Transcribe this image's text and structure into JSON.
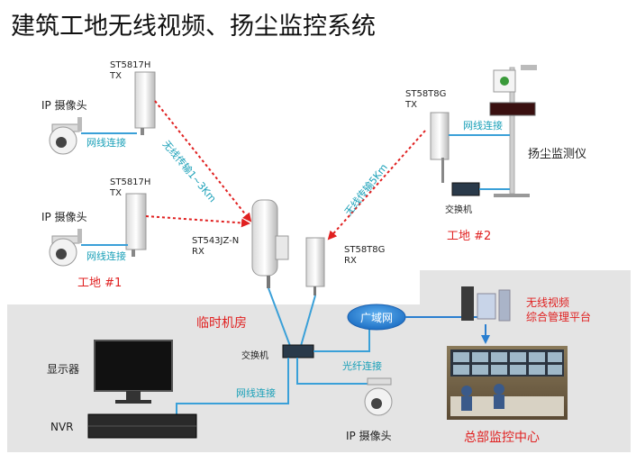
{
  "title": "建筑工地无线视频、扬尘监控系统",
  "site1": {
    "tx1_model": "ST5817H",
    "tx1_role": "TX",
    "tx2_model": "ST5817H",
    "tx2_role": "TX",
    "camera_label_1": "IP 摄像头",
    "camera_label_2": "IP 摄像头",
    "wired_1": "网线连接",
    "wired_2": "网线连接",
    "site_label": "工地 #1",
    "wireless_label": "无线传输1~3Km"
  },
  "site2": {
    "tx_model": "ST58T8G",
    "tx_role": "TX",
    "wired": "网线连接",
    "dust_monitor": "扬尘监测仪",
    "switch": "交换机",
    "site_label": "工地 #2",
    "wireless_label": "无线传输5Km"
  },
  "room": {
    "rx1_model": "ST543JZ-N",
    "rx1_role": "RX",
    "rx2_model": "ST58T8G",
    "rx2_role": "RX",
    "label": "临时机房",
    "switch": "交换机",
    "fiber": "光纤连接",
    "wired": "网线连接",
    "monitor": "显示器",
    "nvr": "NVR",
    "camera": "IP 摄像头"
  },
  "wan": "广域网",
  "platform": {
    "line1": "无线视频",
    "line2": "综合管理平台"
  },
  "hq": "总部监控中心",
  "colors": {
    "red_text": "#e02020",
    "teal_text": "#1aa0b8",
    "cable": "#3aa0d8",
    "wan_blue": "#2a7fd0",
    "gray_panel": "#e4e4e4"
  }
}
